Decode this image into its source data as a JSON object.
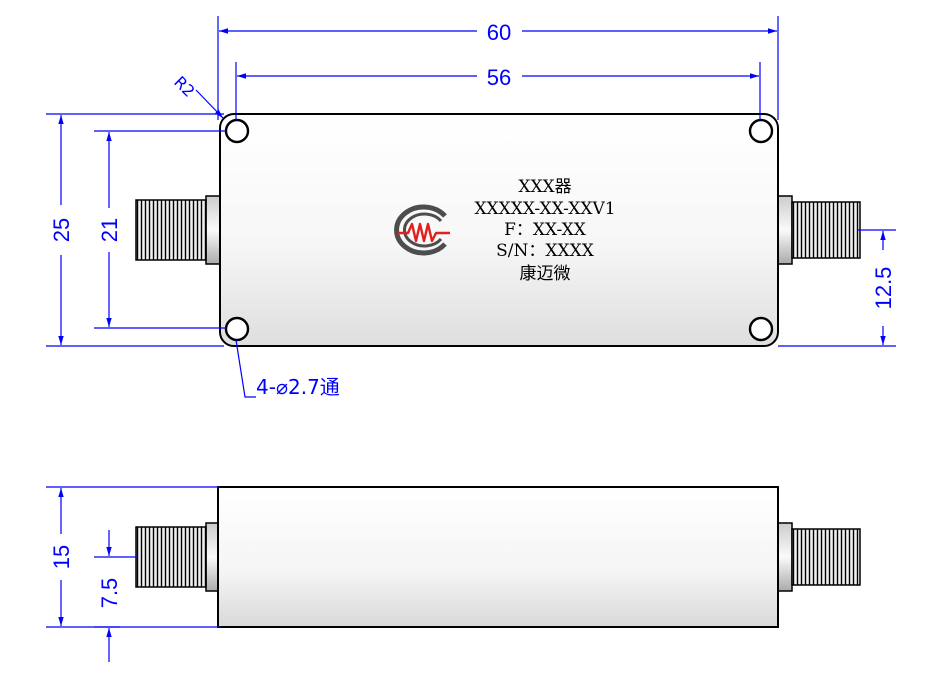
{
  "dimensions": {
    "overall_length": "60",
    "hole_spacing_x": "56",
    "overall_width": "25",
    "hole_spacing_y": "21",
    "connector_offset": "12.5",
    "corner_radius": "R2",
    "hole_note": "4-⌀2.7通",
    "height": "15",
    "connector_height": "7.5"
  },
  "label": {
    "line1": "XXX器",
    "line2": "XXXXX-XX-XXV1",
    "line3": "F：XX-XX",
    "line4": "S/N：XXXX",
    "line5": "康迈微"
  },
  "logo": {
    "name": "cmw-logo",
    "ring_color": "#4d4d4d",
    "wave_color": "#e02020"
  },
  "colors": {
    "dimension": "#0000ff",
    "outline": "#000000",
    "body_fill": "#ffffff"
  }
}
